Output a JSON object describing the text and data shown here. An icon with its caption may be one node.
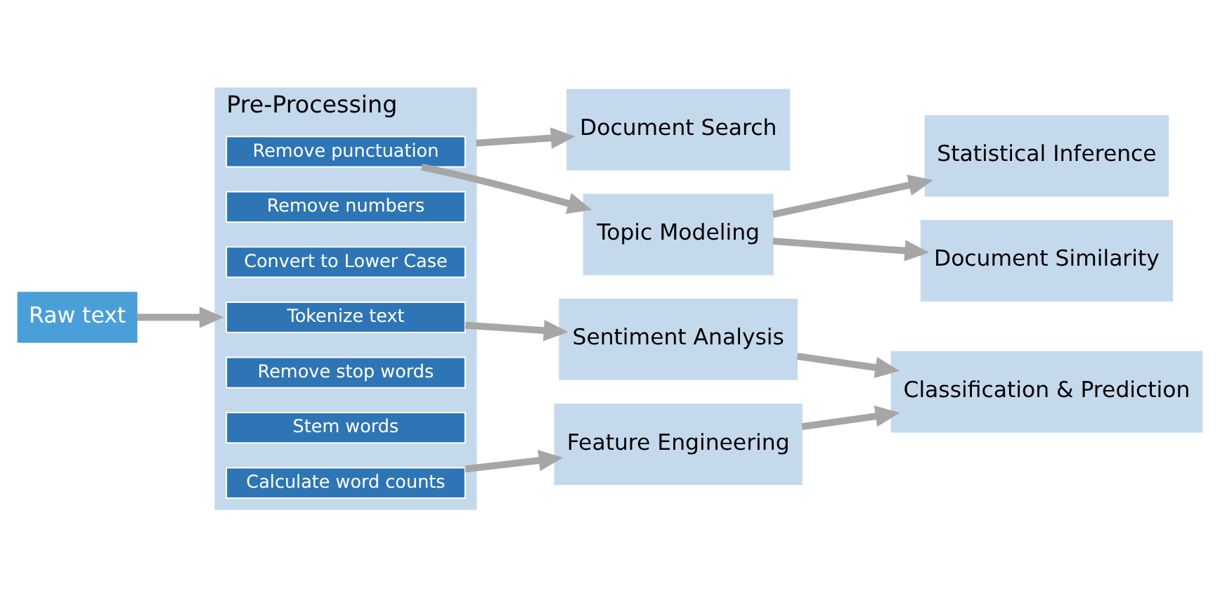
{
  "diagram": {
    "nodes": [
      {
        "text": [
          "Raw text"
        ]
      },
      {
        "text": [
          "Pre-Processing"
        ]
      },
      {
        "text": [
          "Remove punctuation"
        ],
        "in": 1
      },
      {
        "text": [
          "Remove numbers"
        ],
        "in": 1
      },
      {
        "text": [
          "Convert to Lower Case"
        ],
        "in": 1
      },
      {
        "text": [
          "Tokenize text"
        ],
        "in": 1
      },
      {
        "text": [
          "Remove stop words"
        ],
        "in": 1
      },
      {
        "text": [
          "Stem words"
        ],
        "in": 1
      },
      {
        "text": [
          "Calculate word counts"
        ],
        "in": 1
      },
      {
        "text": [
          "Document Search"
        ]
      },
      {
        "text": [
          "Topic Modeling"
        ]
      },
      {
        "text": [
          "Sentiment Analysis"
        ]
      },
      {
        "text": [
          "Feature Engineering"
        ]
      },
      {
        "text": [
          "Statistical Inference"
        ]
      },
      {
        "text": [
          "Document Similarity"
        ]
      },
      {
        "text": [
          "Classification & Prediction"
        ]
      }
    ],
    "edges": [
      {
        "from": 0,
        "to": 1,
        "arrow": "to"
      },
      {
        "from": 1,
        "to": 9,
        "arrow": "to"
      },
      {
        "from": 2,
        "to": 10,
        "arrow": "to"
      },
      {
        "from": 5,
        "to": 11,
        "arrow": "to"
      },
      {
        "from": 8,
        "to": 12,
        "arrow": "to"
      },
      {
        "from": 10,
        "to": 13,
        "arrow": "to"
      },
      {
        "from": 10,
        "to": 14,
        "arrow": "to"
      },
      {
        "from": 11,
        "to": 15,
        "arrow": "to"
      },
      {
        "from": 12,
        "to": 15,
        "arrow": "to"
      }
    ]
  }
}
